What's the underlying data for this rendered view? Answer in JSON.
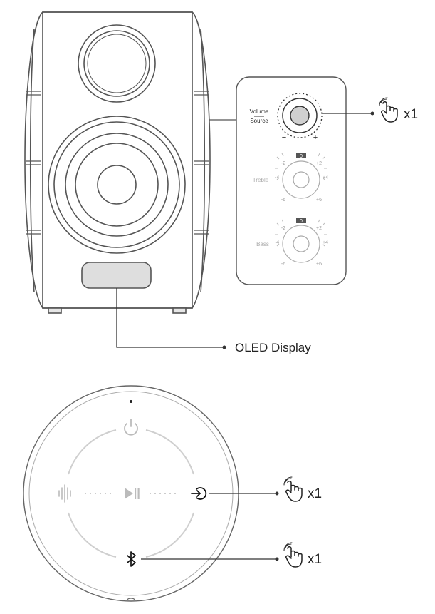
{
  "panel": {
    "volume_label": "Volume",
    "source_label": "Source",
    "minus_sign": "−",
    "plus_sign": "+",
    "treble_label": "Treble",
    "bass_label": "Bass",
    "scale": {
      "zero": "0",
      "m2": "-2",
      "p2": "+2",
      "m4": "-4",
      "p4": "+4",
      "m6": "-6",
      "p6": "+6"
    }
  },
  "callouts": {
    "knob_press_count": "x1",
    "oled_label": "OLED Display",
    "source_press_count": "x1",
    "bluetooth_press_count": "x1"
  },
  "colors": {
    "outline": "#555555",
    "light_outline": "#c8c8c8",
    "text": "#222222",
    "knob_fill": "#d0d0d0",
    "oled_fill": "#dedede"
  }
}
